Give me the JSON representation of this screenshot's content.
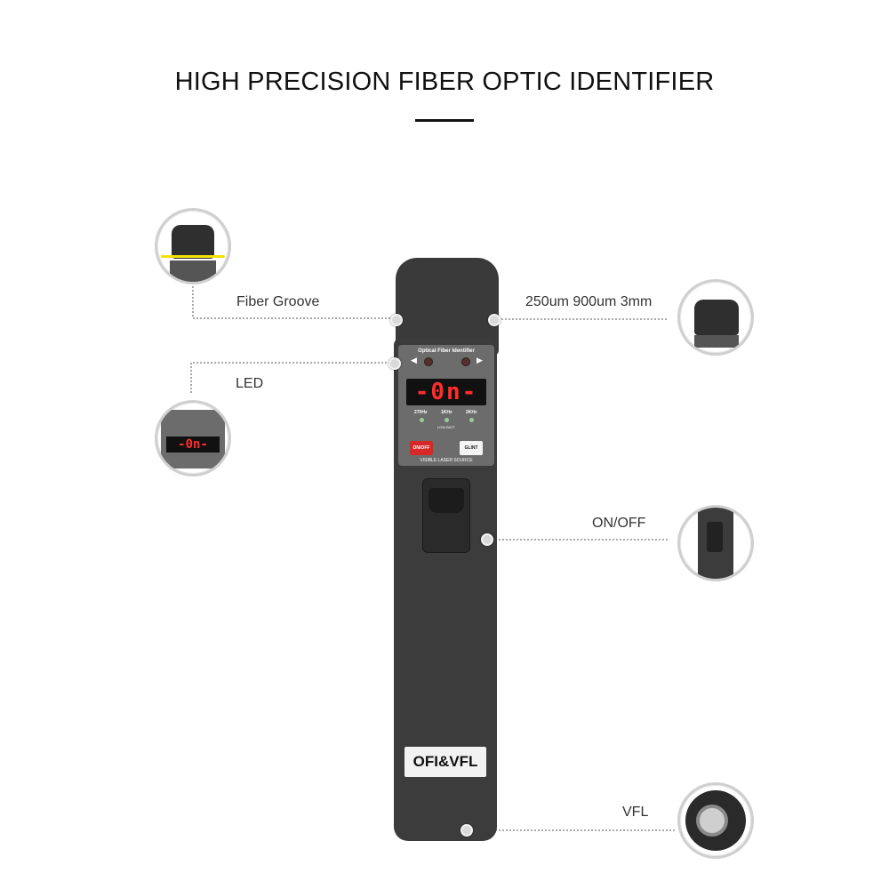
{
  "title": "HIGH PRECISION FIBER OPTIC IDENTIFIER",
  "callouts": {
    "fiber_groove": "Fiber Groove",
    "groove_sizes": "250um 900um 3mm",
    "led": "LED",
    "on_off": "ON/OFF",
    "vfl": "VFL"
  },
  "device": {
    "panel_title": "Optical Fiber Identifier",
    "display": "-0n-",
    "freq_1": "270Hz",
    "freq_2": "1KHz",
    "freq_3": "2KHz",
    "low_batt": "LOW BATT",
    "button_onoff": "ON/OFF",
    "button_glint": "GLINT",
    "panel_subtitle": "VISIBLE LASER SOURCE",
    "brand": "OFI&VFL"
  },
  "colors": {
    "device_body": "#3c3c3c",
    "display_text": "#ff2d2d",
    "onoff_button": "#d62828",
    "fiber_highlight": "#f2e200"
  }
}
